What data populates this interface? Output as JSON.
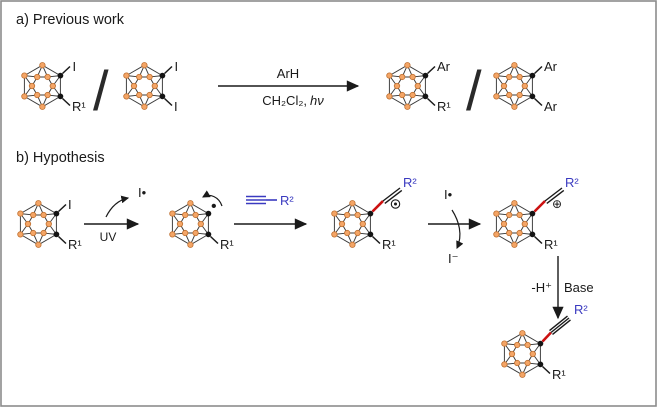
{
  "figure": {
    "background": "#ffffff",
    "border_color": "#8c8c8c"
  },
  "colors": {
    "vertex_fill": "#f4a566",
    "vertex_stroke": "#bf7030",
    "carbon_vertex": "#141414",
    "cage_bond": "#3a3a3a",
    "new_bond_red": "#cc1111",
    "reagent_blue": "#3a3ac0",
    "text": "#1a1a1a"
  },
  "section_a": {
    "title": "a) Previous work",
    "slash": "/",
    "mono_iodo": {
      "top": "I",
      "bottom": "R¹"
    },
    "di_iodo": {
      "top": "I",
      "bottom": "I"
    },
    "conditions": {
      "above": "ArH",
      "below_main": "CH₂Cl₂,",
      "below_italic": "hν"
    },
    "mono_aryl": {
      "top": "Ar",
      "bottom": "R¹"
    },
    "di_aryl": {
      "top": "Ar",
      "bottom": "Ar"
    }
  },
  "section_b": {
    "title": "b) Hypothesis",
    "start": {
      "top": "I",
      "bottom": "R¹"
    },
    "step1": {
      "condition": "UV",
      "byproduct": "I•"
    },
    "radical_intermediate": {
      "radical": "•",
      "bottom": "R¹"
    },
    "alkyne": {
      "label": "R²"
    },
    "vinyl_radical": {
      "alkenyl": "R²",
      "bottom": "R¹"
    },
    "step3": {
      "above": "I•",
      "below": "I⁻"
    },
    "vinyl_cation": {
      "alkenyl": "R²",
      "charge": "⊕",
      "bottom": "R¹"
    },
    "elimination": {
      "left": "-H⁺",
      "right": "Base"
    },
    "product": {
      "alkynyl": "R²",
      "bottom": "R¹"
    }
  }
}
